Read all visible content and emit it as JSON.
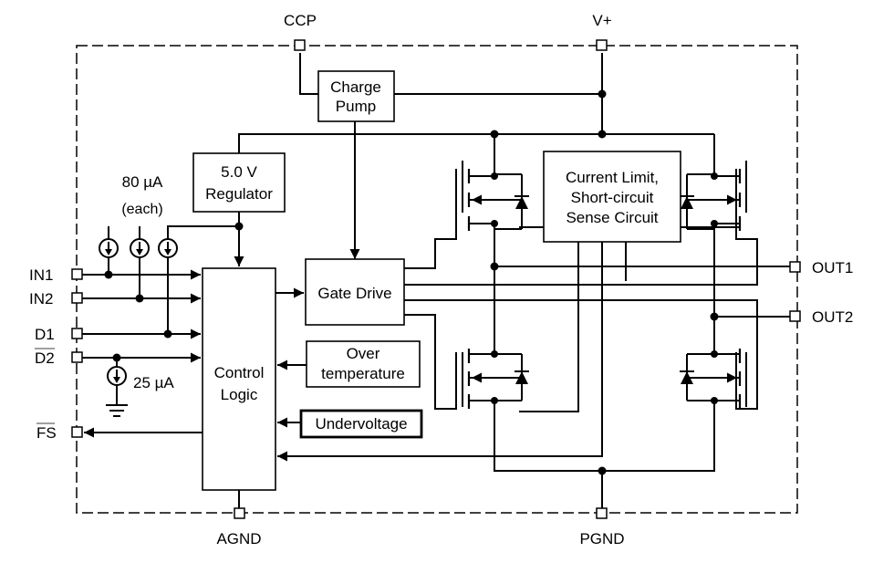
{
  "pins": {
    "ccp": "CCP",
    "vplus": "V+",
    "in1": "IN1",
    "in2": "IN2",
    "d1": "D1",
    "d2": "D2",
    "fs": "FS",
    "out1": "OUT1",
    "out2": "OUT2",
    "agnd": "AGND",
    "pgnd": "PGND"
  },
  "blocks": {
    "charge_pump": [
      "Charge",
      "Pump"
    ],
    "regulator": [
      "5.0 V",
      "Regulator"
    ],
    "gate_drive": "Gate Drive",
    "control_logic": [
      "Control",
      "Logic"
    ],
    "over_temperature": [
      "Over",
      "temperature"
    ],
    "undervoltage": "Undervoltage",
    "sense_circuit": [
      "Current Limit,",
      "Short-circuit",
      "Sense Circuit"
    ]
  },
  "labels": {
    "pullup_current": "80 µA",
    "pullup_note": "(each)",
    "pulldown_current": "25 µA"
  },
  "icons": {
    "current_source": "current-source-icon",
    "ground": "ground-icon",
    "mosfet": "mosfet-icon",
    "diode": "diode-icon"
  }
}
